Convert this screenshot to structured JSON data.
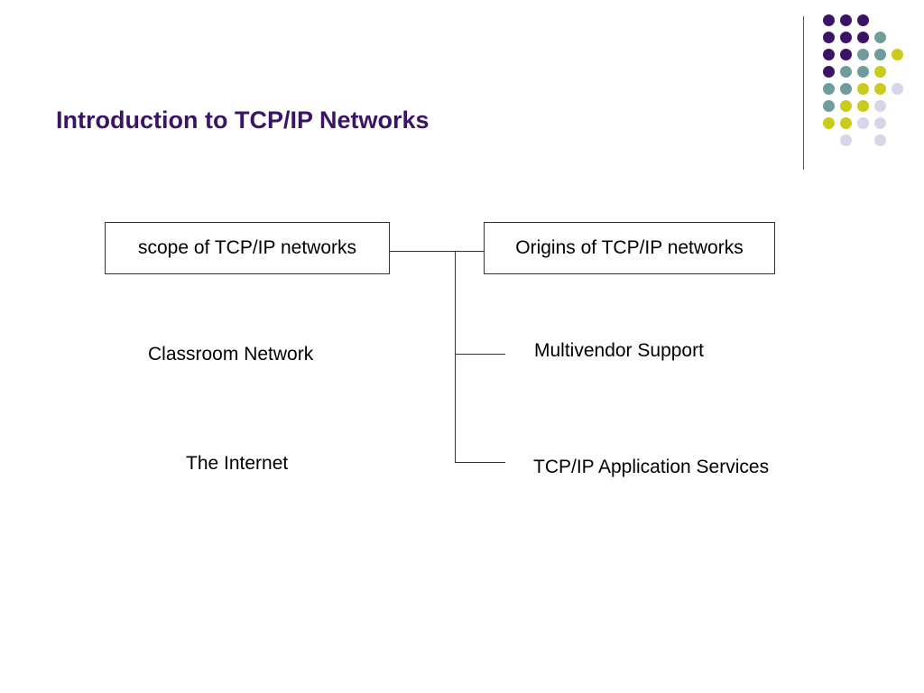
{
  "slide": {
    "title": "Introduction to TCP/IP Networks"
  },
  "colors": {
    "title": "#3b1466",
    "dark_purple": "#3b1466",
    "teal": "#6f9c9c",
    "lime": "#c9cc1c",
    "lavender": "#d6d6e8",
    "line": "#333333"
  },
  "diagram": {
    "left_box": "scope of TCP/IP networks",
    "right_box": "Origins of TCP/IP networks",
    "left_items": [
      "Classroom Network",
      "The Internet"
    ],
    "right_items": [
      "Multivendor Support",
      "TCP/IP Application Services"
    ]
  }
}
